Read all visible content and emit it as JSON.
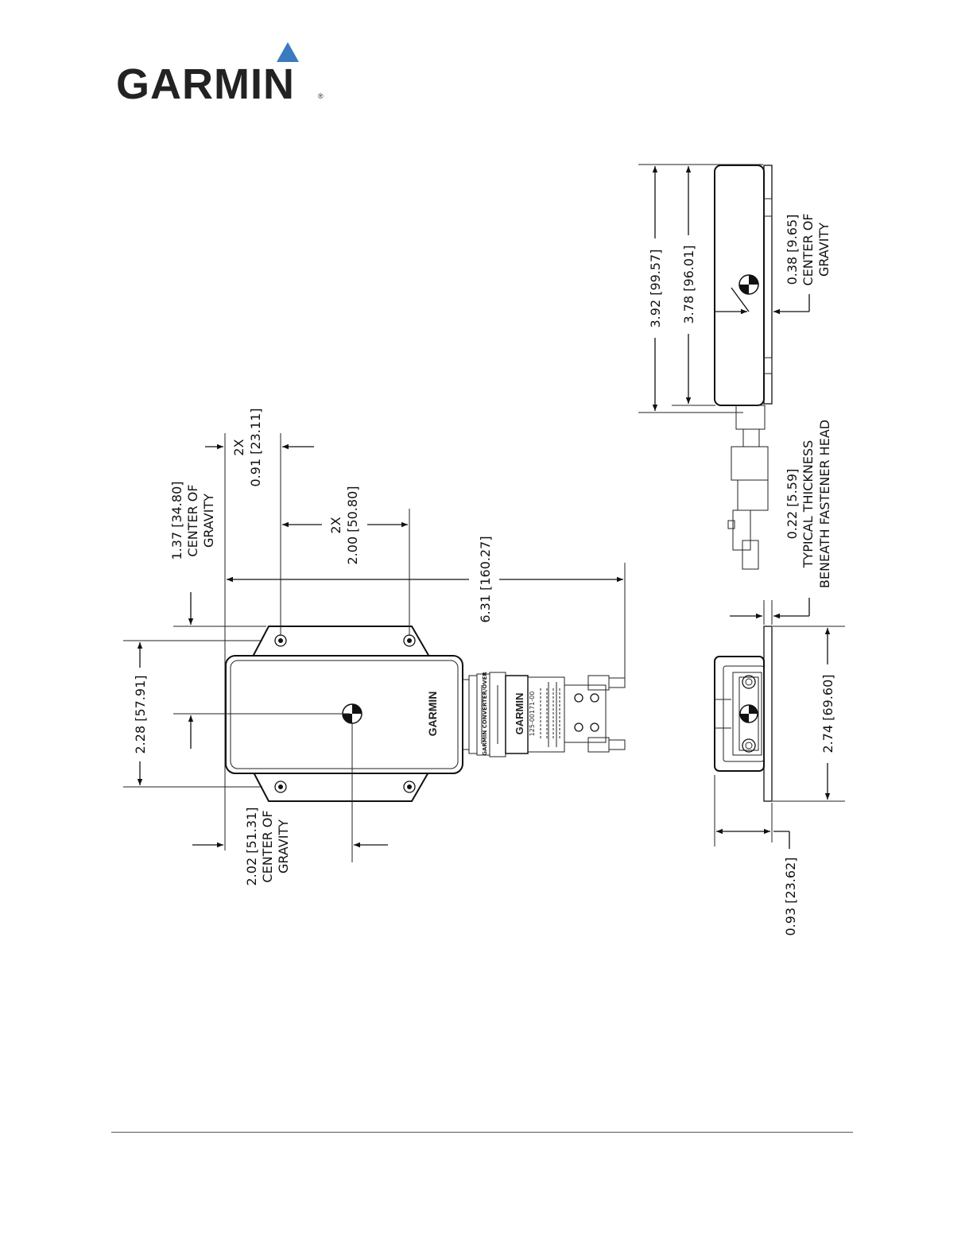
{
  "brand": {
    "name": "GARMIN",
    "registered_mark": "®",
    "accent_color": "#3a7bbf"
  },
  "product_marks": {
    "housing_brand": "GARMIN",
    "connector_brand": "GARMIN",
    "connector_label": "GARMIN CONVERTER/OVER",
    "part_number": "125-00171-00"
  },
  "top_view": {
    "cg_lateral": {
      "value": "1.37 [34.80]",
      "line2": "CENTER OF",
      "line3": "GRAVITY"
    },
    "hole_offset": {
      "prefix": "2X",
      "value": "0.91 [23.11]"
    },
    "hole_spacing": {
      "prefix": "2X",
      "value": "2.00 [50.80]"
    },
    "overall_length": "6.31 [160.27]",
    "overall_width": "2.28 [57.91]",
    "cg_longitudinal": {
      "value": "2.02 [51.31]",
      "line2": "CENTER OF",
      "line3": "GRAVITY"
    }
  },
  "side_view": {
    "overall_height": "3.92 [99.57]",
    "body_height": "3.78 [96.01]",
    "cg_height": {
      "value": "0.38 [9.65]",
      "line2": "CENTER OF",
      "line3": "GRAVITY"
    },
    "flange_thickness": {
      "value": "0.22 [5.59]",
      "line2": "TYPICAL THICKNESS",
      "line3": "BENEATH FASTENER HEAD"
    }
  },
  "end_view": {
    "flange_width": "2.74 [69.60]",
    "depth": "0.93 [23.62]"
  }
}
